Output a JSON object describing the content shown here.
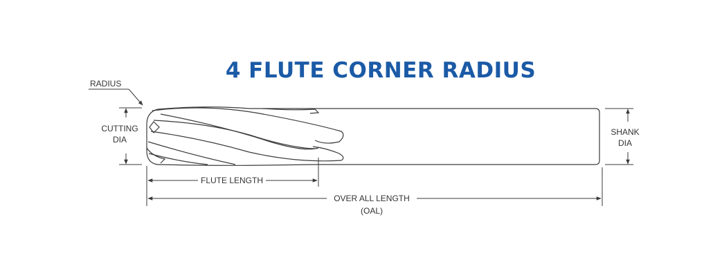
{
  "title": "4 FLUTE CORNER RADIUS",
  "labels": {
    "radius": "RADIUS",
    "cutting_dia_line1": "CUTTING",
    "cutting_dia_line2": "DIA",
    "shank_dia_line1": "SHANK",
    "shank_dia_line2": "DIA",
    "flute_length": "FLUTE LENGTH",
    "overall_length_line1": "OVER ALL LENGTH",
    "overall_length_line2": "(OAL)"
  },
  "colors": {
    "title": "#1b5aa6",
    "line": "#3a3a3a"
  }
}
